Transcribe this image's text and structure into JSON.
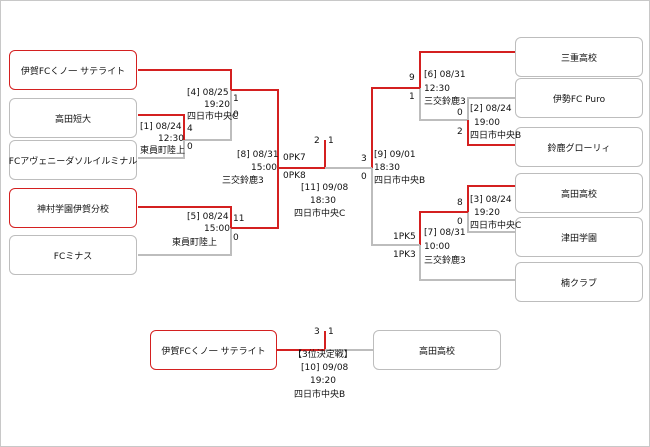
{
  "teams": {
    "iga_fc_satellite": "伊賀FCくノ一 サテライト",
    "takada_tandai": "高田短大",
    "fc_avenida": "FCアヴェニーダソルイルミナル",
    "kamimura_iga": "神村学園伊賀分校",
    "fc_minas": "FCミナス",
    "mie_koko": "三重高校",
    "ise_fc_puro": "伊勢FC Puro",
    "suzuka_glory": "鈴鹿グローリィ",
    "takada_koko": "高田高校",
    "tsuda_gakuen": "津田学園",
    "kusunoki_club": "楠クラブ",
    "third_left": "伊賀FCくノ一 サテライト",
    "third_right": "高田高校"
  },
  "matches": {
    "m1": {
      "no": "[1] 08/24",
      "time": "12:30",
      "venue": "東員町陸上",
      "score_top": "4",
      "score_bottom": "0"
    },
    "m2": {
      "no": "[2] 08/24",
      "time": "19:00",
      "venue": "四日市中央B",
      "score_top": "0",
      "score_bottom": "2"
    },
    "m3": {
      "no": "[3] 08/24",
      "time": "19:20",
      "venue": "四日市中央C",
      "score_top": "8",
      "score_bottom": "0"
    },
    "m4": {
      "no": "[4] 08/25",
      "time": "19:20",
      "venue": "四日市中央C",
      "score_top": "1",
      "score_bottom": "0"
    },
    "m5": {
      "no": "[5] 08/24",
      "time": "15:00",
      "venue": "東員町陸上",
      "score_top": "11",
      "score_bottom": "0"
    },
    "m6": {
      "no": "[6] 08/31",
      "time": "12:30",
      "venue": "三交鈴鹿3",
      "score_top": "9",
      "score_bottom": "1"
    },
    "m7": {
      "no": "[7] 08/31",
      "time": "10:00",
      "venue": "三交鈴鹿3",
      "score_top": "1PK5",
      "score_bottom": "1PK3"
    },
    "m8": {
      "no": "[8] 08/31",
      "time": "15:00",
      "venue": "三交鈴鹿3",
      "score_top": "0PK7",
      "score_bottom": "0PK8"
    },
    "m9": {
      "no": "[9] 09/01",
      "time": "18:30",
      "venue": "四日市中央B",
      "score_top": "3",
      "score_bottom": "0"
    },
    "m11": {
      "no": "[11] 09/08",
      "time": "18:30",
      "venue": "四日市中央C",
      "score_left": "2",
      "score_right": "1"
    },
    "m10": {
      "title": "【3位決定戦】",
      "no": "[10] 09/08",
      "time": "19:20",
      "venue": "四日市中央B",
      "score_left": "3",
      "score_right": "1"
    }
  },
  "colors": {
    "win": "#d42020",
    "lose": "#bdbdbd"
  }
}
